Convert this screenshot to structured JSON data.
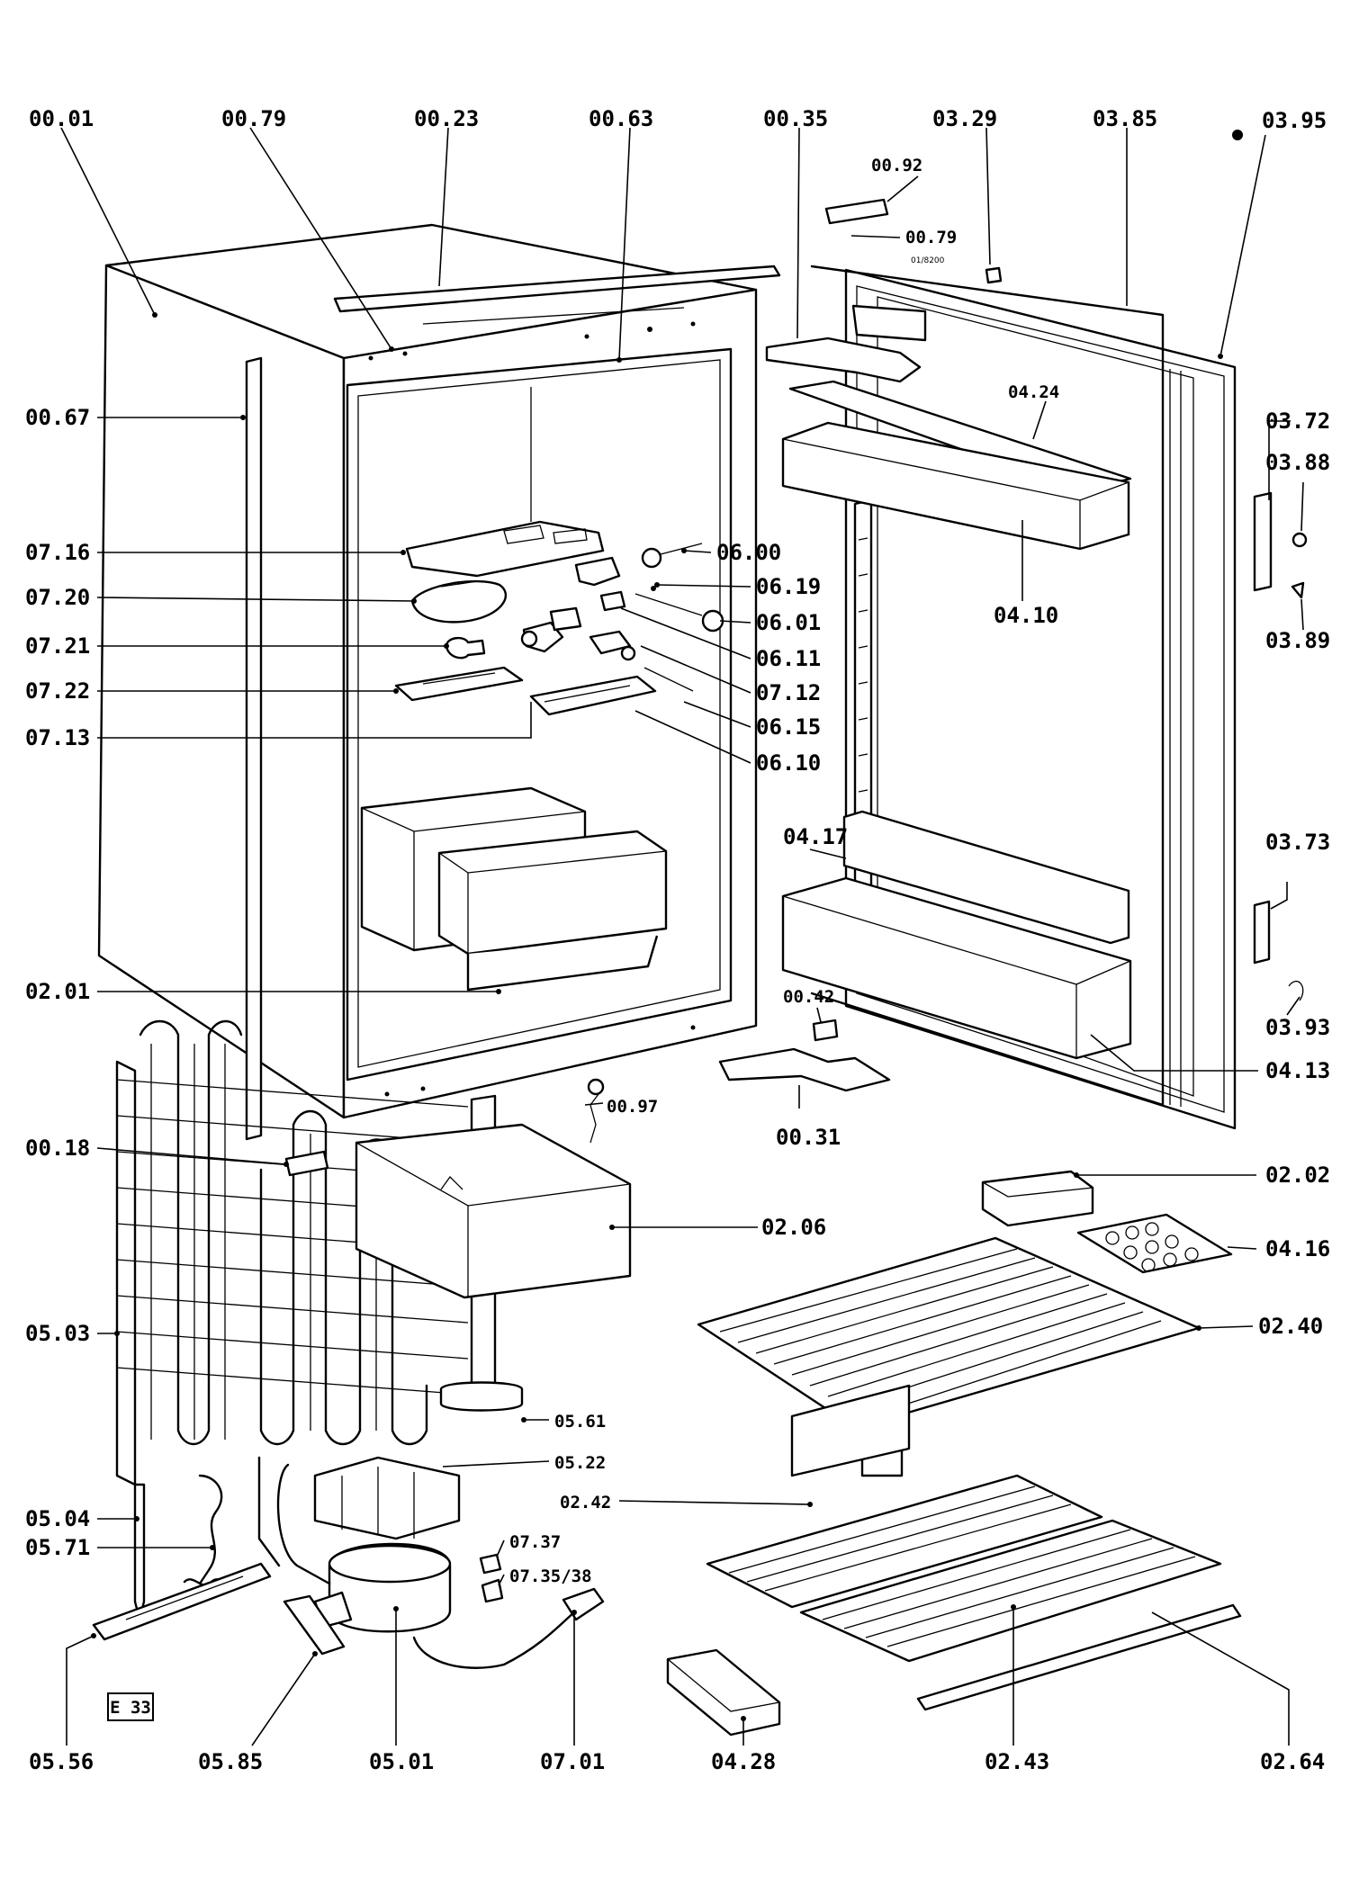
{
  "diagram_code": "E 33",
  "labels": {
    "l0001": "00.01",
    "l0079": "00.79",
    "l0023": "00.23",
    "l0063": "00.63",
    "l0035": "00.35",
    "l0329": "03.29",
    "l0385": "03.85",
    "l0395": "03.95",
    "l0092": "00.92",
    "l0079b": "00.79",
    "l0079note": "01/8200",
    "l0067": "00.67",
    "l0424": "04.24",
    "l0372": "03.72",
    "l0388": "03.88",
    "l0716": "07.16",
    "l0600": "06.00",
    "l0720": "07.20",
    "l0619": "06.19",
    "l0721": "07.21",
    "l0601": "06.01",
    "l0410": "04.10",
    "l0389": "03.89",
    "l0611": "06.11",
    "l0722": "07.22",
    "l0712": "07.12",
    "l0615": "06.15",
    "l0713": "07.13",
    "l0610": "06.10",
    "l0417": "04.17",
    "l0373": "03.73",
    "l0201": "02.01",
    "l0042": "00.42",
    "l0393": "03.93",
    "l0413": "04.13",
    "l0097": "00.97",
    "l0031": "00.31",
    "l0018": "00.18",
    "l0202": "02.02",
    "l0206": "02.06",
    "l0416": "04.16",
    "l0503": "05.03",
    "l0240": "02.40",
    "l0561": "05.61",
    "l0522": "05.22",
    "l0242": "02.42",
    "l0504": "05.04",
    "l0737": "07.37",
    "l0571": "05.71",
    "l0735": "07.35/38",
    "l0556": "05.56",
    "l0585": "05.85",
    "l0501": "05.01",
    "l0701": "07.01",
    "l0428": "04.28",
    "l0243": "02.43",
    "l0264": "02.64"
  }
}
